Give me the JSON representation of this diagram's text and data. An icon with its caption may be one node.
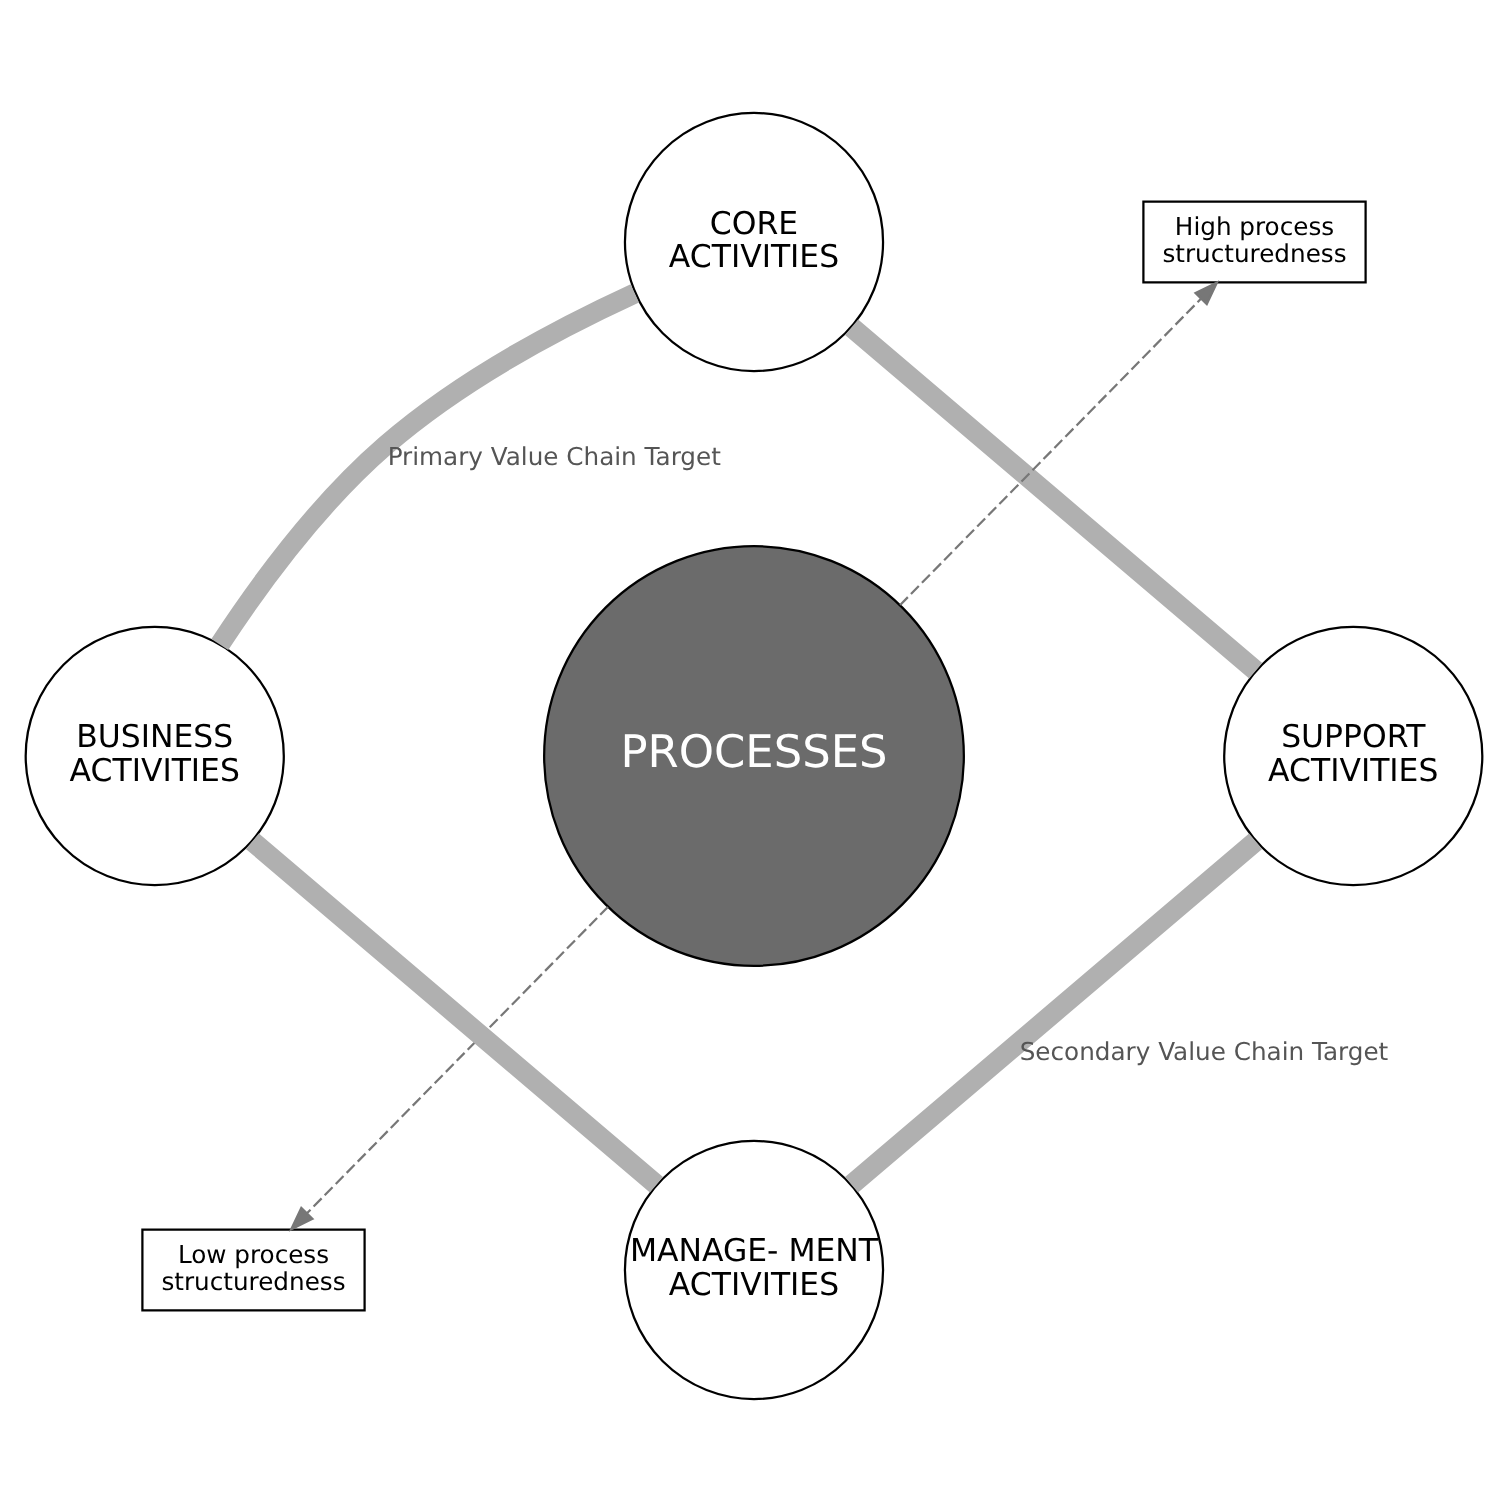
{
  "diagram": {
    "nodes": [
      {
        "text": [
          "CORE ACTIVITIES"
        ]
      },
      {
        "text": [
          "High process structuredness"
        ]
      },
      {
        "text": [
          "BUSINESS ACTIVITIES"
        ]
      },
      {
        "text": [
          "PROCESSES"
        ]
      },
      {
        "text": [
          "SUPPORT ACTIVITIES"
        ]
      },
      {
        "text": [
          "Low process structuredness"
        ]
      },
      {
        "text": [
          "MANAGE- MENT ACTIVITIES"
        ]
      }
    ],
    "edges": [
      {
        "from": 2,
        "to": 0,
        "arrow": "none",
        "label": "Primary Value Chain Target"
      },
      {
        "from": 0,
        "to": 4,
        "arrow": "none"
      },
      {
        "from": 4,
        "to": 6,
        "arrow": "none",
        "label": "Secondary Value Chain Target"
      },
      {
        "from": 6,
        "to": 2,
        "arrow": "none"
      },
      {
        "from": 3,
        "to": 1,
        "arrow": "to",
        "style": "dashed"
      },
      {
        "from": 3,
        "to": 5,
        "arrow": "to",
        "style": "dashed"
      }
    ]
  }
}
